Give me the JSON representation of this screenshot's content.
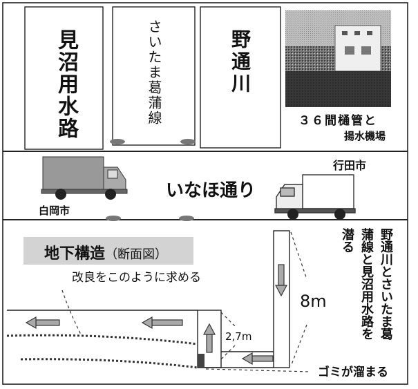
{
  "top": {
    "channel_1": "見沼用水路",
    "channel_2": "さいたま葛蒲線",
    "channel_3": "野通川",
    "photo_caption_line1": "３６間樋管と",
    "photo_caption_line2": "揚水機場"
  },
  "road": {
    "name": "いなほ通り",
    "left_city": "白岡市",
    "right_city": "行田市"
  },
  "section": {
    "title_main": "地下構造",
    "title_paren": "（断面図）",
    "improvement_note": "改良をこのように求める",
    "depth_label": "8m",
    "rise_label": "2,7m",
    "vertical_note": "野通川とさいたま葛蒲線と見沼用水路を潜る",
    "trash_note": "ゴミが溜まる"
  }
}
